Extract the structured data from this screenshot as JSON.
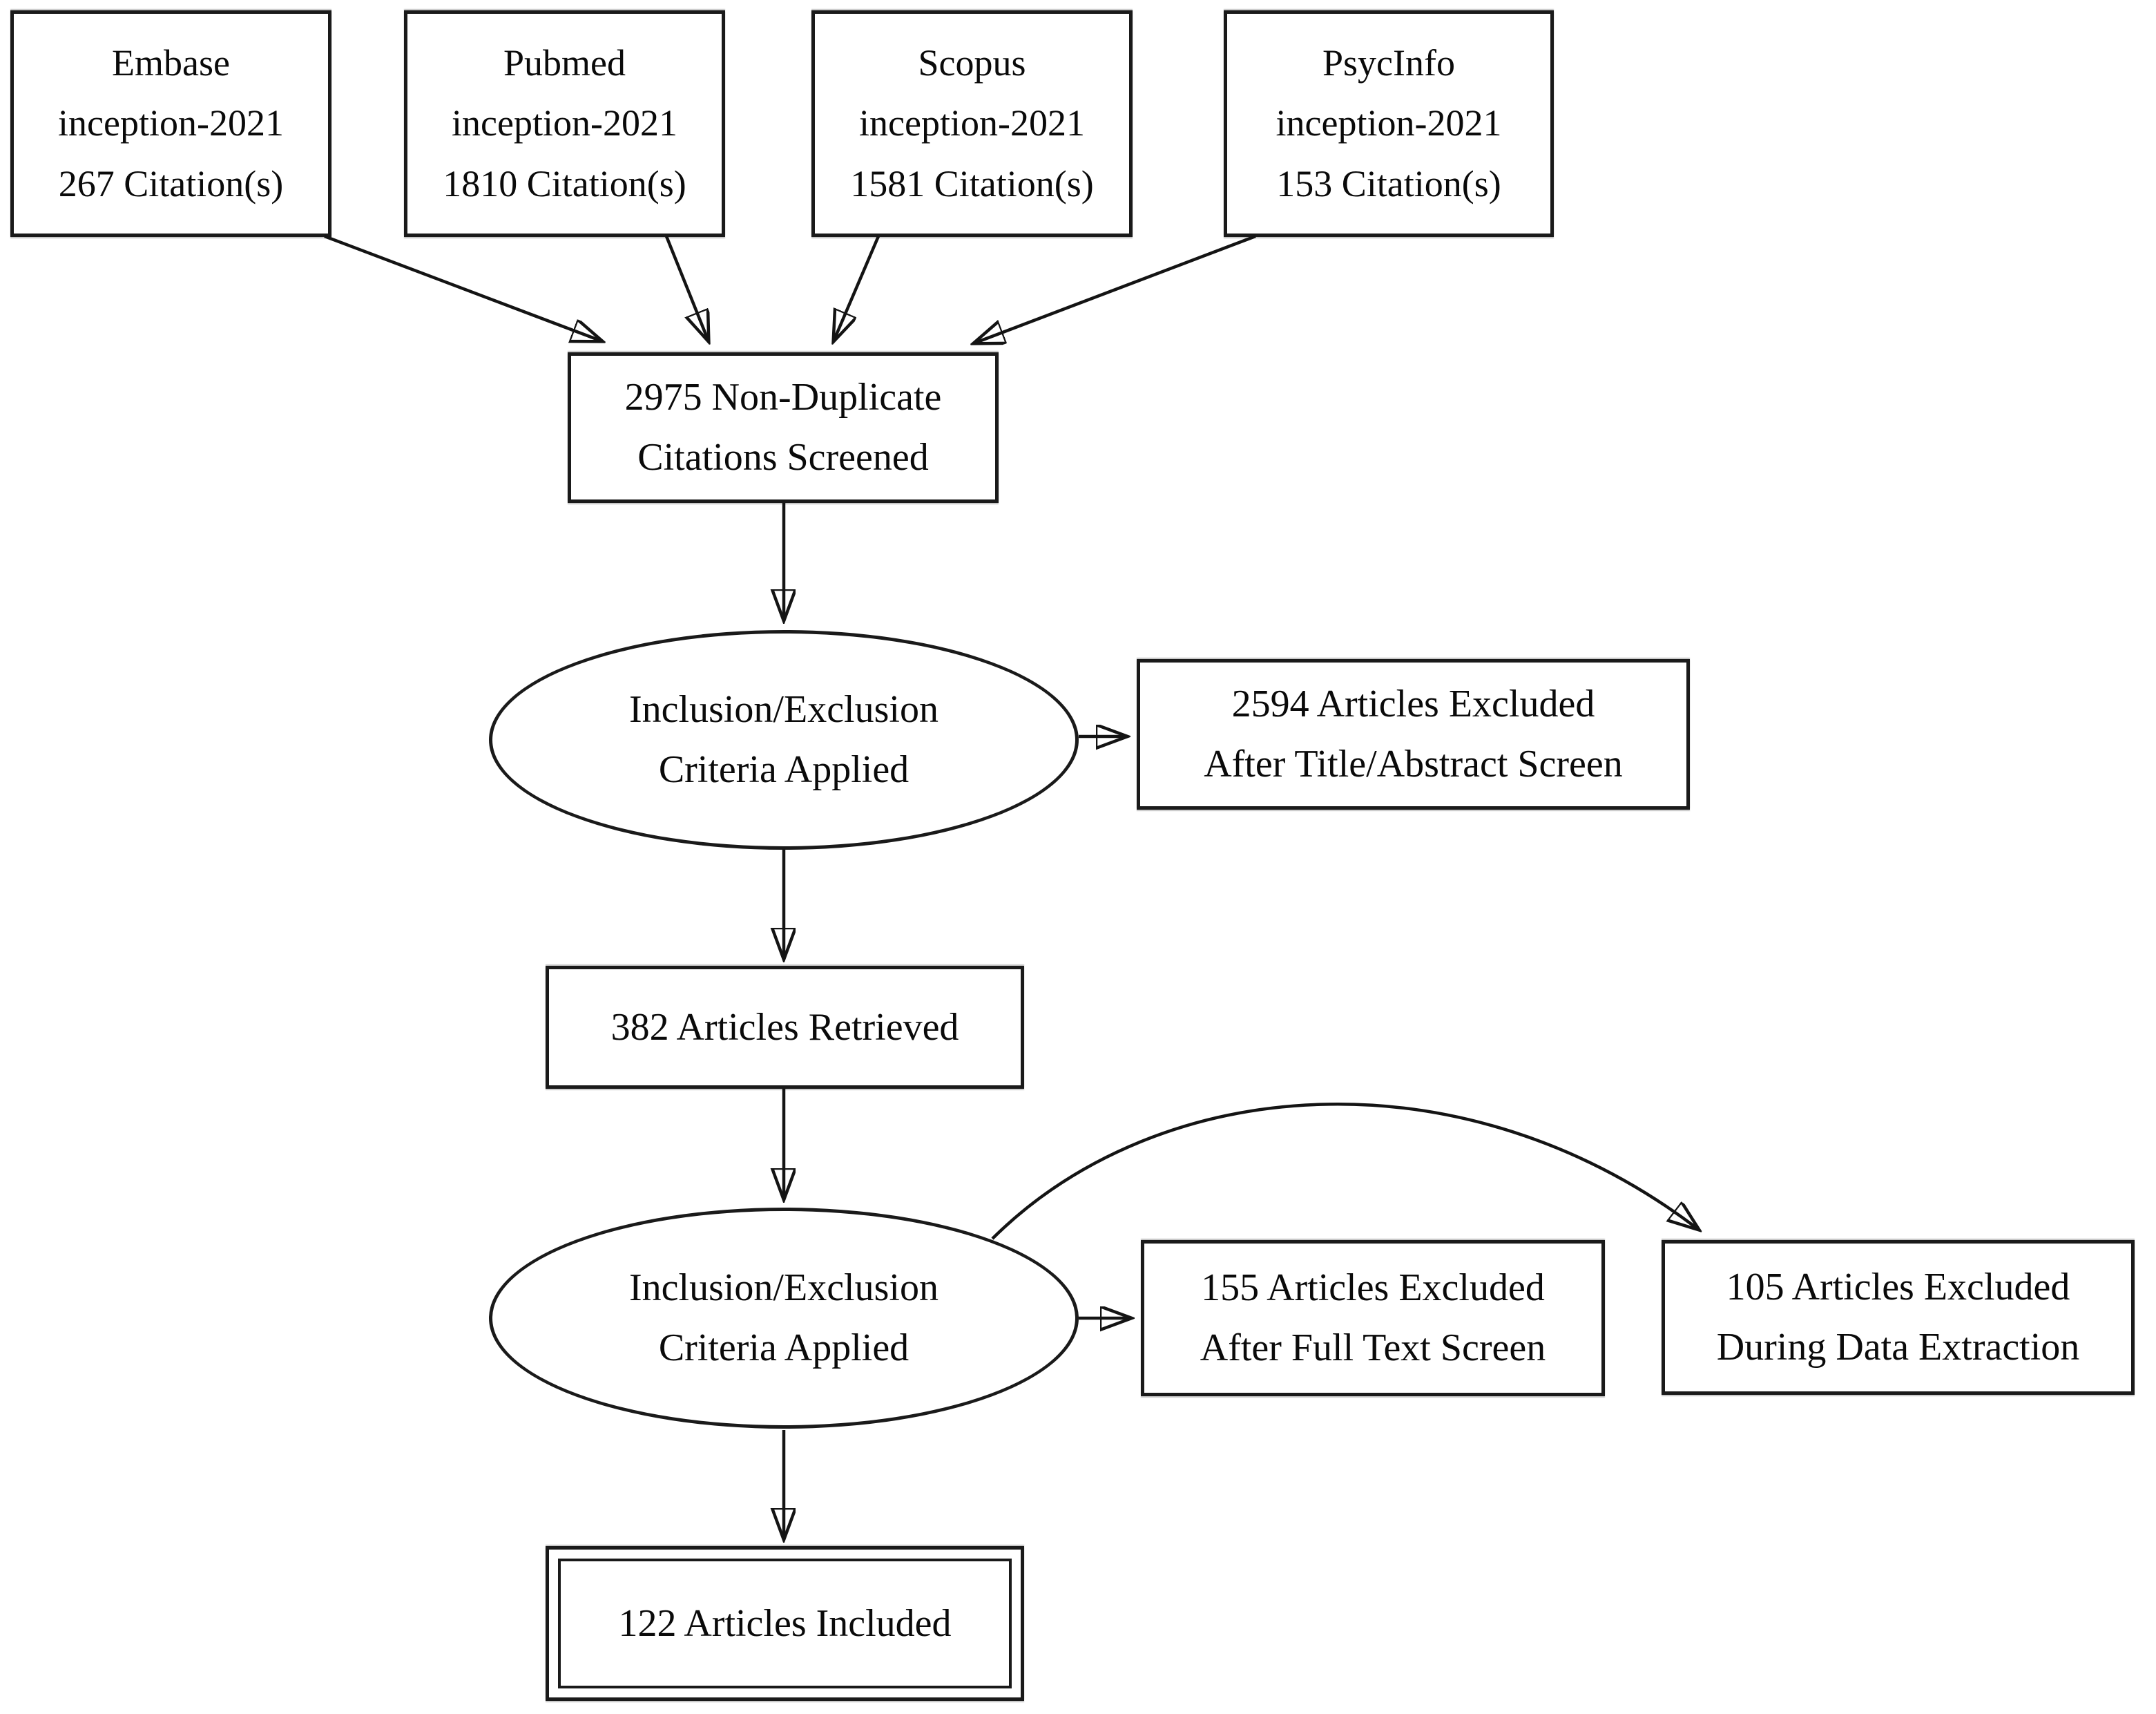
{
  "diagram": {
    "sources": [
      {
        "name": "Embase",
        "range": "inception-2021",
        "citations": "267 Citation(s)"
      },
      {
        "name": "Pubmed",
        "range": "inception-2021",
        "citations": "1810 Citation(s)"
      },
      {
        "name": "Scopus",
        "range": "inception-2021",
        "citations": "1581 Citation(s)"
      },
      {
        "name": "PsycInfo",
        "range": "inception-2021",
        "citations": "153 Citation(s)"
      }
    ],
    "screened": {
      "line1": "2975 Non-Duplicate",
      "line2": "Citations Screened"
    },
    "criteria_first": {
      "line1": "Inclusion/Exclusion",
      "line2": "Criteria Applied"
    },
    "excluded_title_abstract": {
      "line1": "2594 Articles Excluded",
      "line2": "After Title/Abstract Screen"
    },
    "retrieved": {
      "text": "382 Articles Retrieved"
    },
    "criteria_second": {
      "line1": "Inclusion/Exclusion",
      "line2": "Criteria Applied"
    },
    "excluded_full_text": {
      "line1": "155 Articles Excluded",
      "line2": "After Full Text Screen"
    },
    "excluded_data_extraction": {
      "line1": "105 Articles Excluded",
      "line2": "During Data Extraction"
    },
    "included": {
      "text": "122 Articles Included"
    }
  },
  "colors": {
    "stroke": "#141414",
    "text": "#0a0a0a",
    "background": "#ffffff"
  }
}
